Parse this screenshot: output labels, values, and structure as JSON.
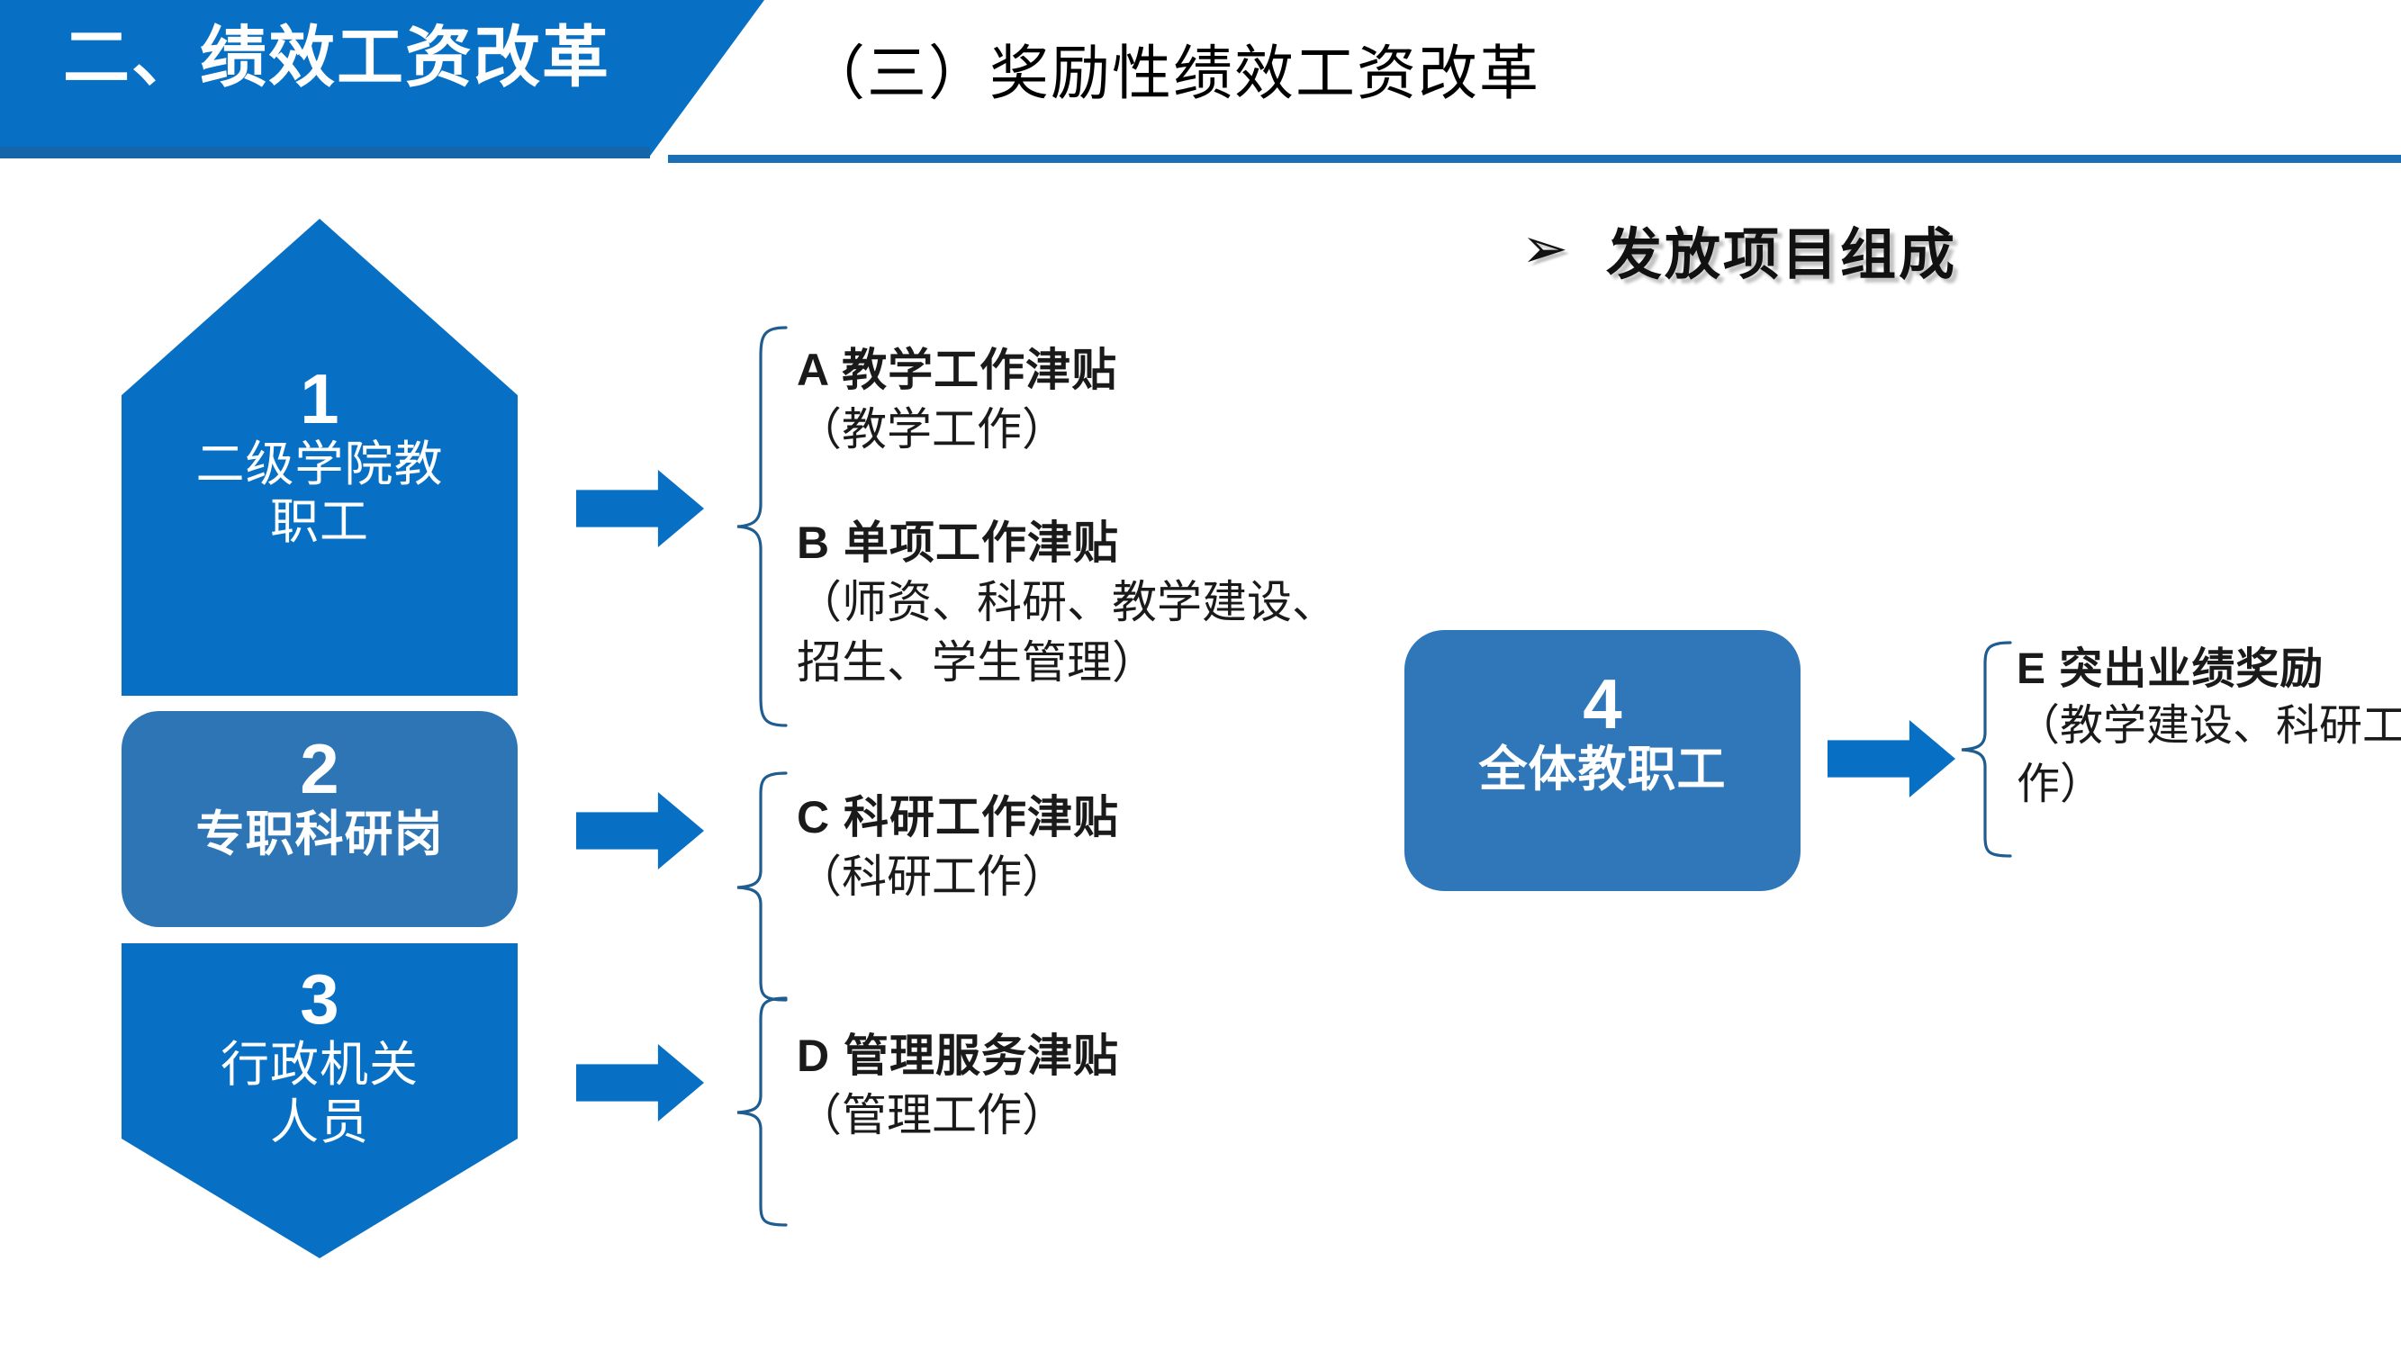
{
  "header": {
    "banner_title": "二、绩效工资改革",
    "subtitle": "（三）奖励性绩效工资改革"
  },
  "section": {
    "bullet_icon": "➢",
    "heading": "发放项目组成"
  },
  "left_column": [
    {
      "number": "1",
      "caption_line1": "二级学院教",
      "caption_line2": "职工",
      "color": "#0770c4",
      "shape": "pentagon-up"
    },
    {
      "number": "2",
      "caption_line1": "专职科研岗",
      "caption_line2": "",
      "color": "#2e75b6",
      "shape": "rounded-rect"
    },
    {
      "number": "3",
      "caption_line1": "行政机关",
      "caption_line2": "人员",
      "color": "#0770c4",
      "shape": "pentagon-down"
    }
  ],
  "right_column": [
    {
      "number": "4",
      "caption_line1": "全体教职工",
      "caption_line2": "",
      "color": "#3077b9",
      "shape": "rounded-rect"
    }
  ],
  "items": {
    "A": {
      "title": "A  教学工作津贴",
      "sub": "（教学工作）"
    },
    "B": {
      "title": "B  单项工作津贴",
      "sub": "（师资、科研、教学建设、招生、学生管理）"
    },
    "C": {
      "title": "C  科研工作津贴",
      "sub": "（科研工作）"
    },
    "D": {
      "title": "D 管理服务津贴",
      "sub": "（管理工作）"
    },
    "E": {
      "title": "E 突出业绩奖励",
      "sub": "（教学建设、科研工作）"
    }
  },
  "colors": {
    "primary_blue": "#0770c4",
    "secondary_blue": "#2e75b6",
    "brace_blue": "#1f5c8f",
    "text_black": "#1a1a1a"
  }
}
